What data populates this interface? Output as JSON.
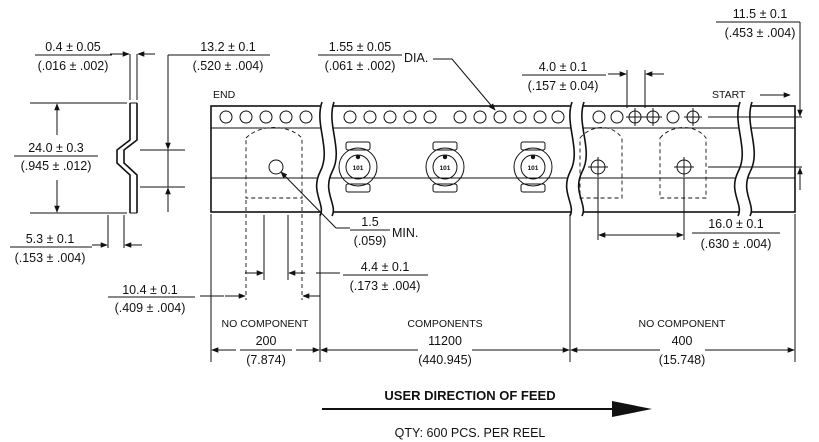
{
  "dimensions": {
    "thickness": {
      "metric": "0.4 ± 0.05",
      "imperial": "(.016 ± .002)"
    },
    "pocket_depth": {
      "metric": "13.2 ± 0.1",
      "imperial": "(.520 ± .004)"
    },
    "hole_diameter": {
      "metric": "1.55 ± 0.05",
      "imperial": "(.061 ± .002)",
      "suffix": "DIA."
    },
    "tape_width": {
      "metric": "24.0 ± 0.3",
      "imperial": "(.945 ± .012)"
    },
    "hole_pitch": {
      "metric": "4.0 ± 0.1",
      "imperial": "(.157 ± 0.04)"
    },
    "hole_to_pocket": {
      "metric": "11.5 ± 0.1",
      "imperial": "(.453 ± .004)"
    },
    "edge_offset": {
      "metric": "5.3 ± 0.1",
      "imperial": "(.153 ± .004)"
    },
    "min_hole": {
      "metric": "1.5",
      "imperial": "(.059)",
      "suffix": "MIN."
    },
    "pocket_pitch": {
      "metric": "16.0 ± 0.1",
      "imperial": "(.630 ± .004)"
    },
    "pocket_width": {
      "metric": "10.4 ± 0.1",
      "imperial": "(.409 ± .004)"
    },
    "pocket_gap": {
      "metric": "4.4 ± 0.1",
      "imperial": "(.173 ± .004)"
    }
  },
  "labels": {
    "end": "END",
    "start": "START",
    "feed": "USER DIRECTION OF FEED",
    "qty": "QTY: 600 PCS. PER REEL",
    "component_mark": "101"
  },
  "sections": [
    {
      "title": "NO COMPONENT",
      "count": "200",
      "length": "(7.874)"
    },
    {
      "title": "COMPONENTS",
      "count": "11200",
      "length": "(440.945)"
    },
    {
      "title": "NO COMPONENT",
      "count": "400",
      "length": "(15.748)"
    }
  ]
}
